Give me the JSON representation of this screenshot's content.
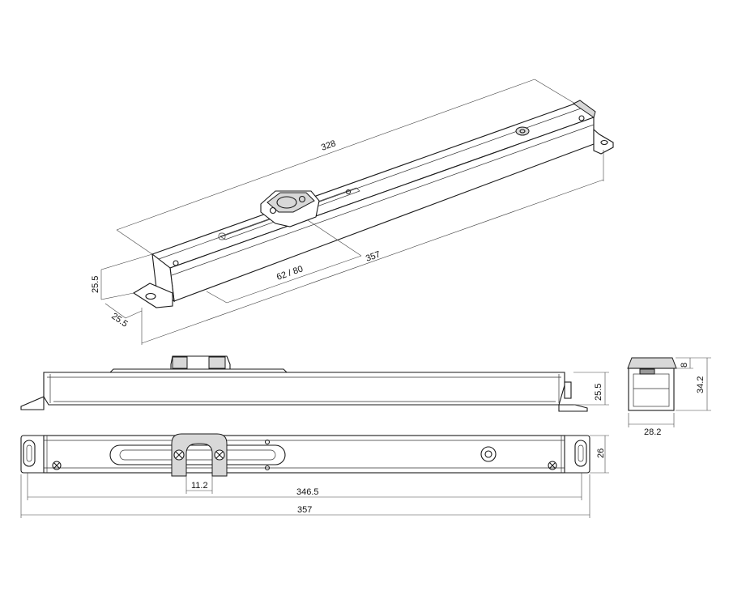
{
  "colors": {
    "line": "#1a1a1a",
    "shade": "#d8d8d8",
    "dark_shade": "#9a9a9a",
    "background": "#ffffff"
  },
  "iso_view": {
    "dim_length_top": "328",
    "dim_length_bottom": "357",
    "dim_stroke": "62 / 80",
    "dim_height": "25.5",
    "dim_depth": "25.5"
  },
  "front_view": {
    "dim_height": "25.5"
  },
  "side_view": {
    "dim_top": "8",
    "dim_height": "34.2",
    "dim_width": "28.2"
  },
  "plan_view": {
    "dim_height": "26",
    "dim_slot": "11.2",
    "dim_inner_length": "346.5",
    "dim_total_length": "357"
  }
}
